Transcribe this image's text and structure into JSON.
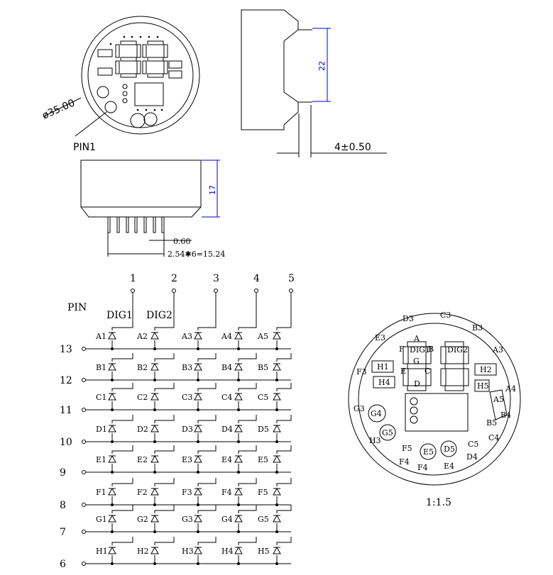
{
  "top_view": {
    "diameter_label": "ø35.00",
    "pin1_label": "PIN1"
  },
  "side_view": {
    "height_label": "22",
    "lead_label": "4±0.50"
  },
  "front_view": {
    "height_label": "17",
    "pin_width_label": "0.60",
    "pitch_label": "2.54✱6=15.24"
  },
  "schematic": {
    "pin_header": "PIN",
    "columns": [
      "1",
      "2",
      "3",
      "4",
      "5"
    ],
    "digit_headers": [
      "DIG1",
      "DIG2"
    ],
    "rows": [
      "13",
      "12",
      "11",
      "10",
      "9",
      "8",
      "7",
      "6"
    ],
    "diode_labels": [
      [
        "A1",
        "A2",
        "A3",
        "A4",
        "A5"
      ],
      [
        "B1",
        "B2",
        "B3",
        "B4",
        "B5"
      ],
      [
        "C1",
        "C2",
        "C3",
        "C4",
        "C5"
      ],
      [
        "D1",
        "D2",
        "D3",
        "D4",
        "D5"
      ],
      [
        "E1",
        "E2",
        "E3",
        "E4",
        "E5"
      ],
      [
        "F1",
        "F2",
        "F3",
        "F4",
        "F5"
      ],
      [
        "G1",
        "G2",
        "G3",
        "G4",
        "G5"
      ],
      [
        "H1",
        "H2",
        "H3",
        "H4",
        "H5"
      ]
    ]
  },
  "layout_view": {
    "labels": {
      "D3": "D3",
      "C3": "C3",
      "B3": "B3",
      "E3": "E3",
      "A3": "A3",
      "F3": "F3",
      "H1": "H1",
      "H4": "H4",
      "H2": "H2",
      "H5": "H5",
      "A4": "A4",
      "A5": "A5",
      "B4": "B4",
      "B5": "B5",
      "C4": "C4",
      "C5": "C5",
      "G3": "G3",
      "G4": "G4",
      "G5": "G5",
      "H3": "H3",
      "F5": "F5",
      "E5": "E5",
      "D5": "D5",
      "D4": "D4",
      "F4a": "F4",
      "F4b": "F4",
      "E4": "E4",
      "segA": "A",
      "segB": "B",
      "segC": "C",
      "segD": "D",
      "segE": "E",
      "segF": "F",
      "segG": "G",
      "dig1": "DIG1",
      "dig2": "DIG2"
    },
    "scale_label": "1:1.5"
  }
}
